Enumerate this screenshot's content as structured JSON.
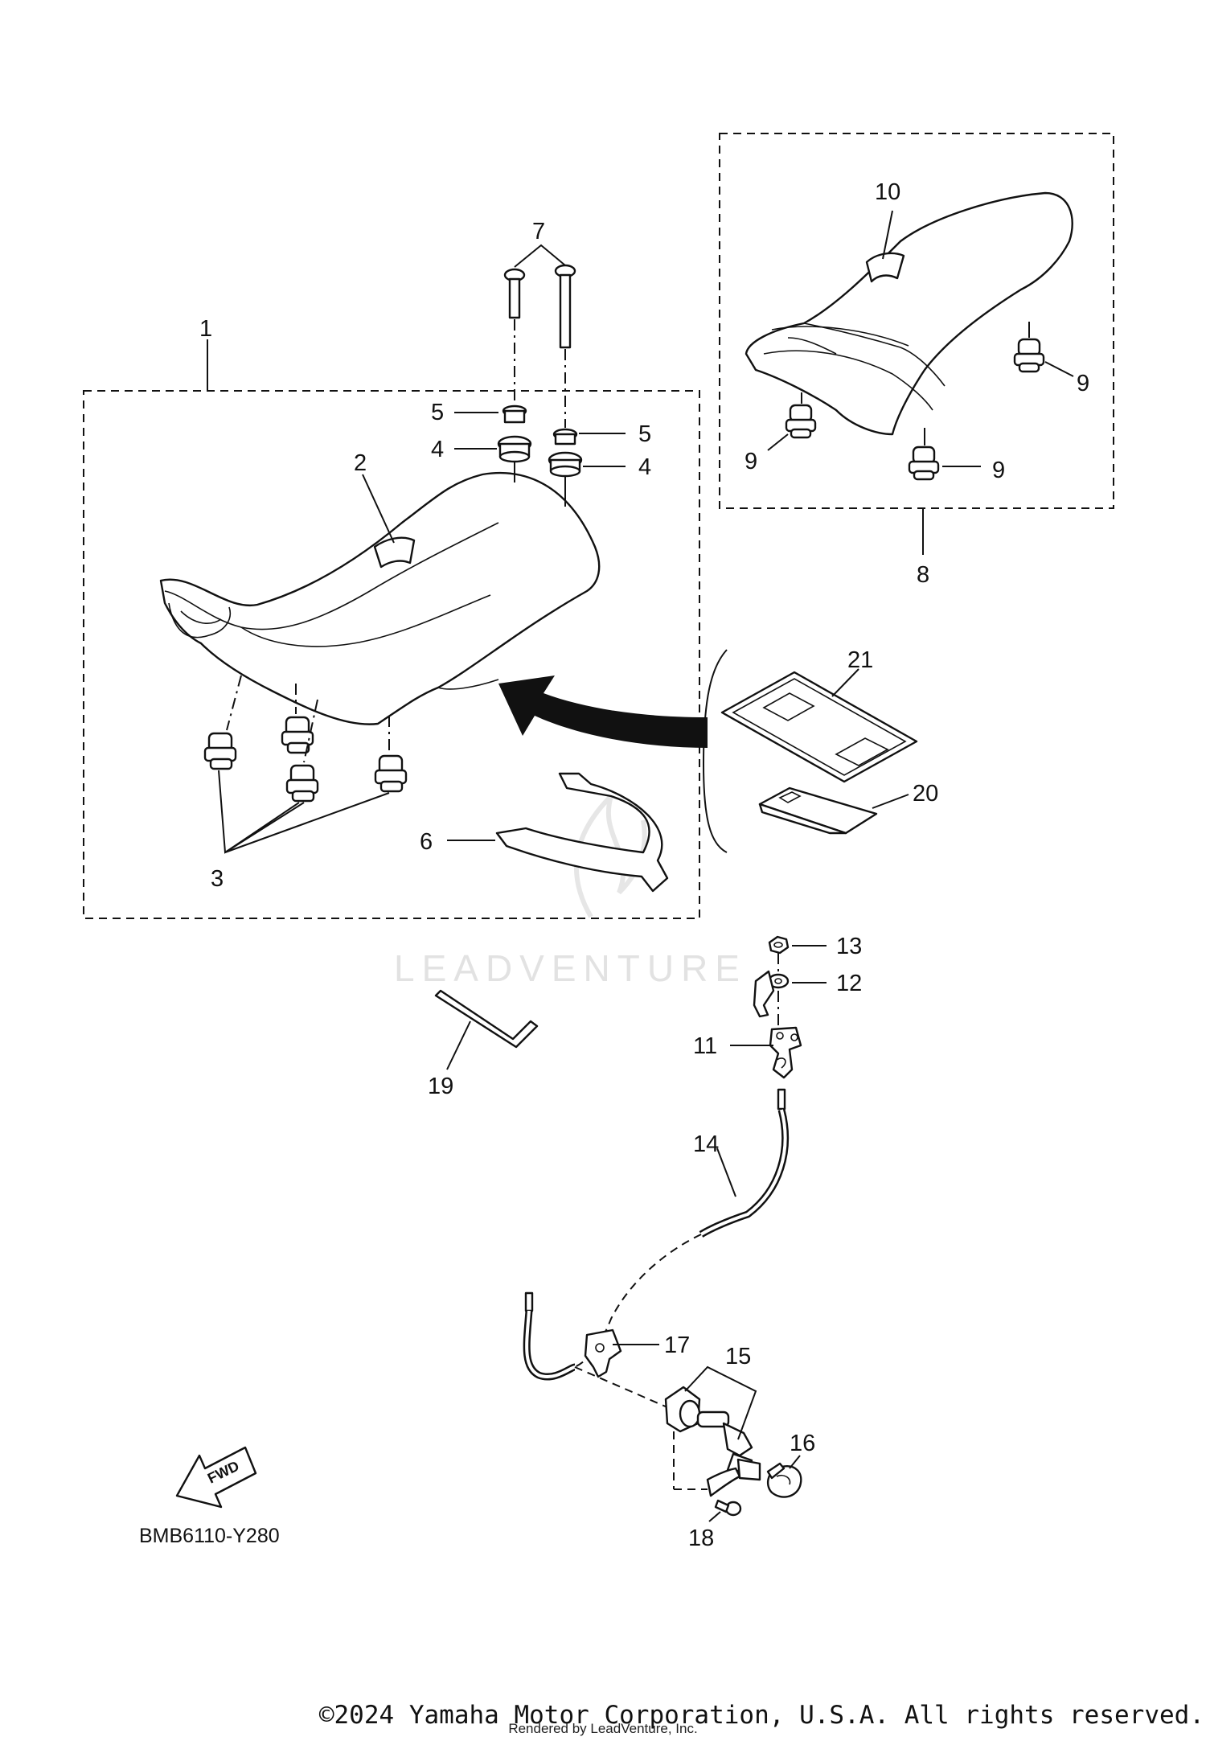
{
  "diagram": {
    "code": "BMB6110-Y280",
    "fwd_label": "FWD",
    "watermark": "LEADVENTURE",
    "callouts": [
      "1",
      "2",
      "3",
      "4",
      "4",
      "5",
      "5",
      "6",
      "7",
      "8",
      "9",
      "9",
      "9",
      "10",
      "11",
      "12",
      "13",
      "14",
      "15",
      "16",
      "17",
      "18",
      "19",
      "20",
      "21"
    ]
  },
  "footer": {
    "copyright": "©2024 Yamaha Motor Corporation, U.S.A. All rights reserved.",
    "rendered_by": "Rendered by LeadVenture, Inc."
  }
}
